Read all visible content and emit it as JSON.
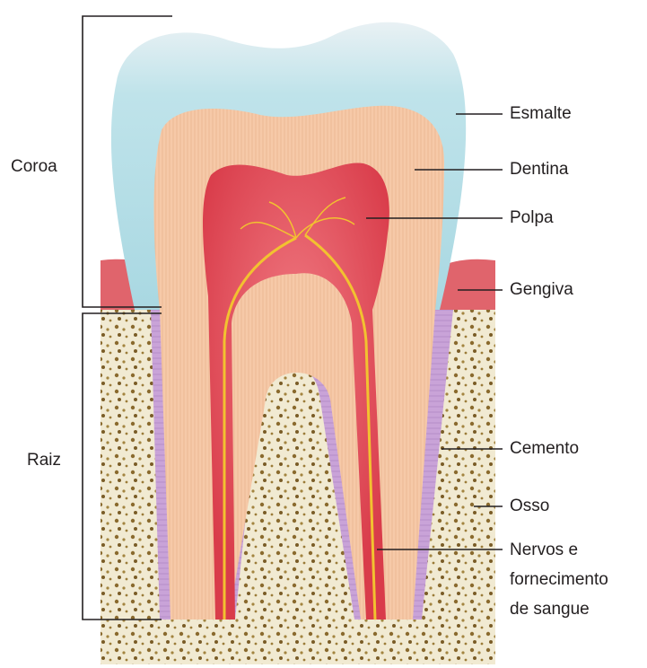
{
  "labels": {
    "coroa": "Coroa",
    "raiz": "Raiz",
    "esmalte": "Esmalte",
    "dentina": "Dentina",
    "polpa": "Polpa",
    "gengiva": "Gengiva",
    "cemento": "Cemento",
    "osso": "Osso",
    "nervos_line1": "Nervos e",
    "nervos_line2": "fornecimento",
    "nervos_line3": "de  sangue"
  },
  "colors": {
    "enamel": "#bfe3ea",
    "dentin": "#f6c9a8",
    "pulp": "#e8545e",
    "gum": "#e0646c",
    "cementum": "#c9a3d8",
    "bone": "#f1ead2",
    "nerve": "#f2c230",
    "leader": "#231f20"
  }
}
